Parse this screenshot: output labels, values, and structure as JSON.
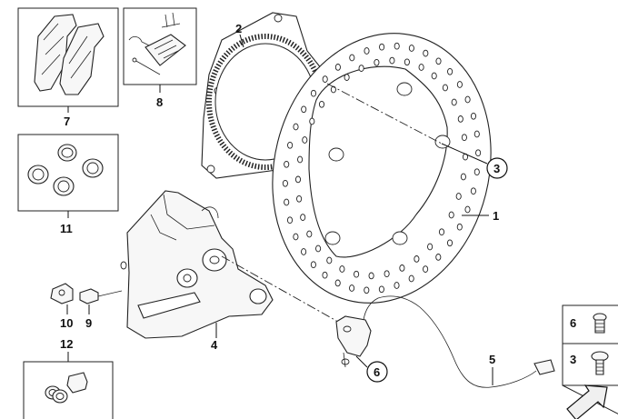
{
  "diagram": {
    "callouts": {
      "c1": "1",
      "c2": "2",
      "c3": "3",
      "c4": "4",
      "c5": "5",
      "c6": "6",
      "c7": "7",
      "c8": "8",
      "c9": "9",
      "c10": "10",
      "c11": "11",
      "c12": "12",
      "legend_6": "6",
      "legend_3": "3"
    },
    "icons": {
      "arrow": "arrow-icon",
      "screw": "screw-icon"
    }
  }
}
